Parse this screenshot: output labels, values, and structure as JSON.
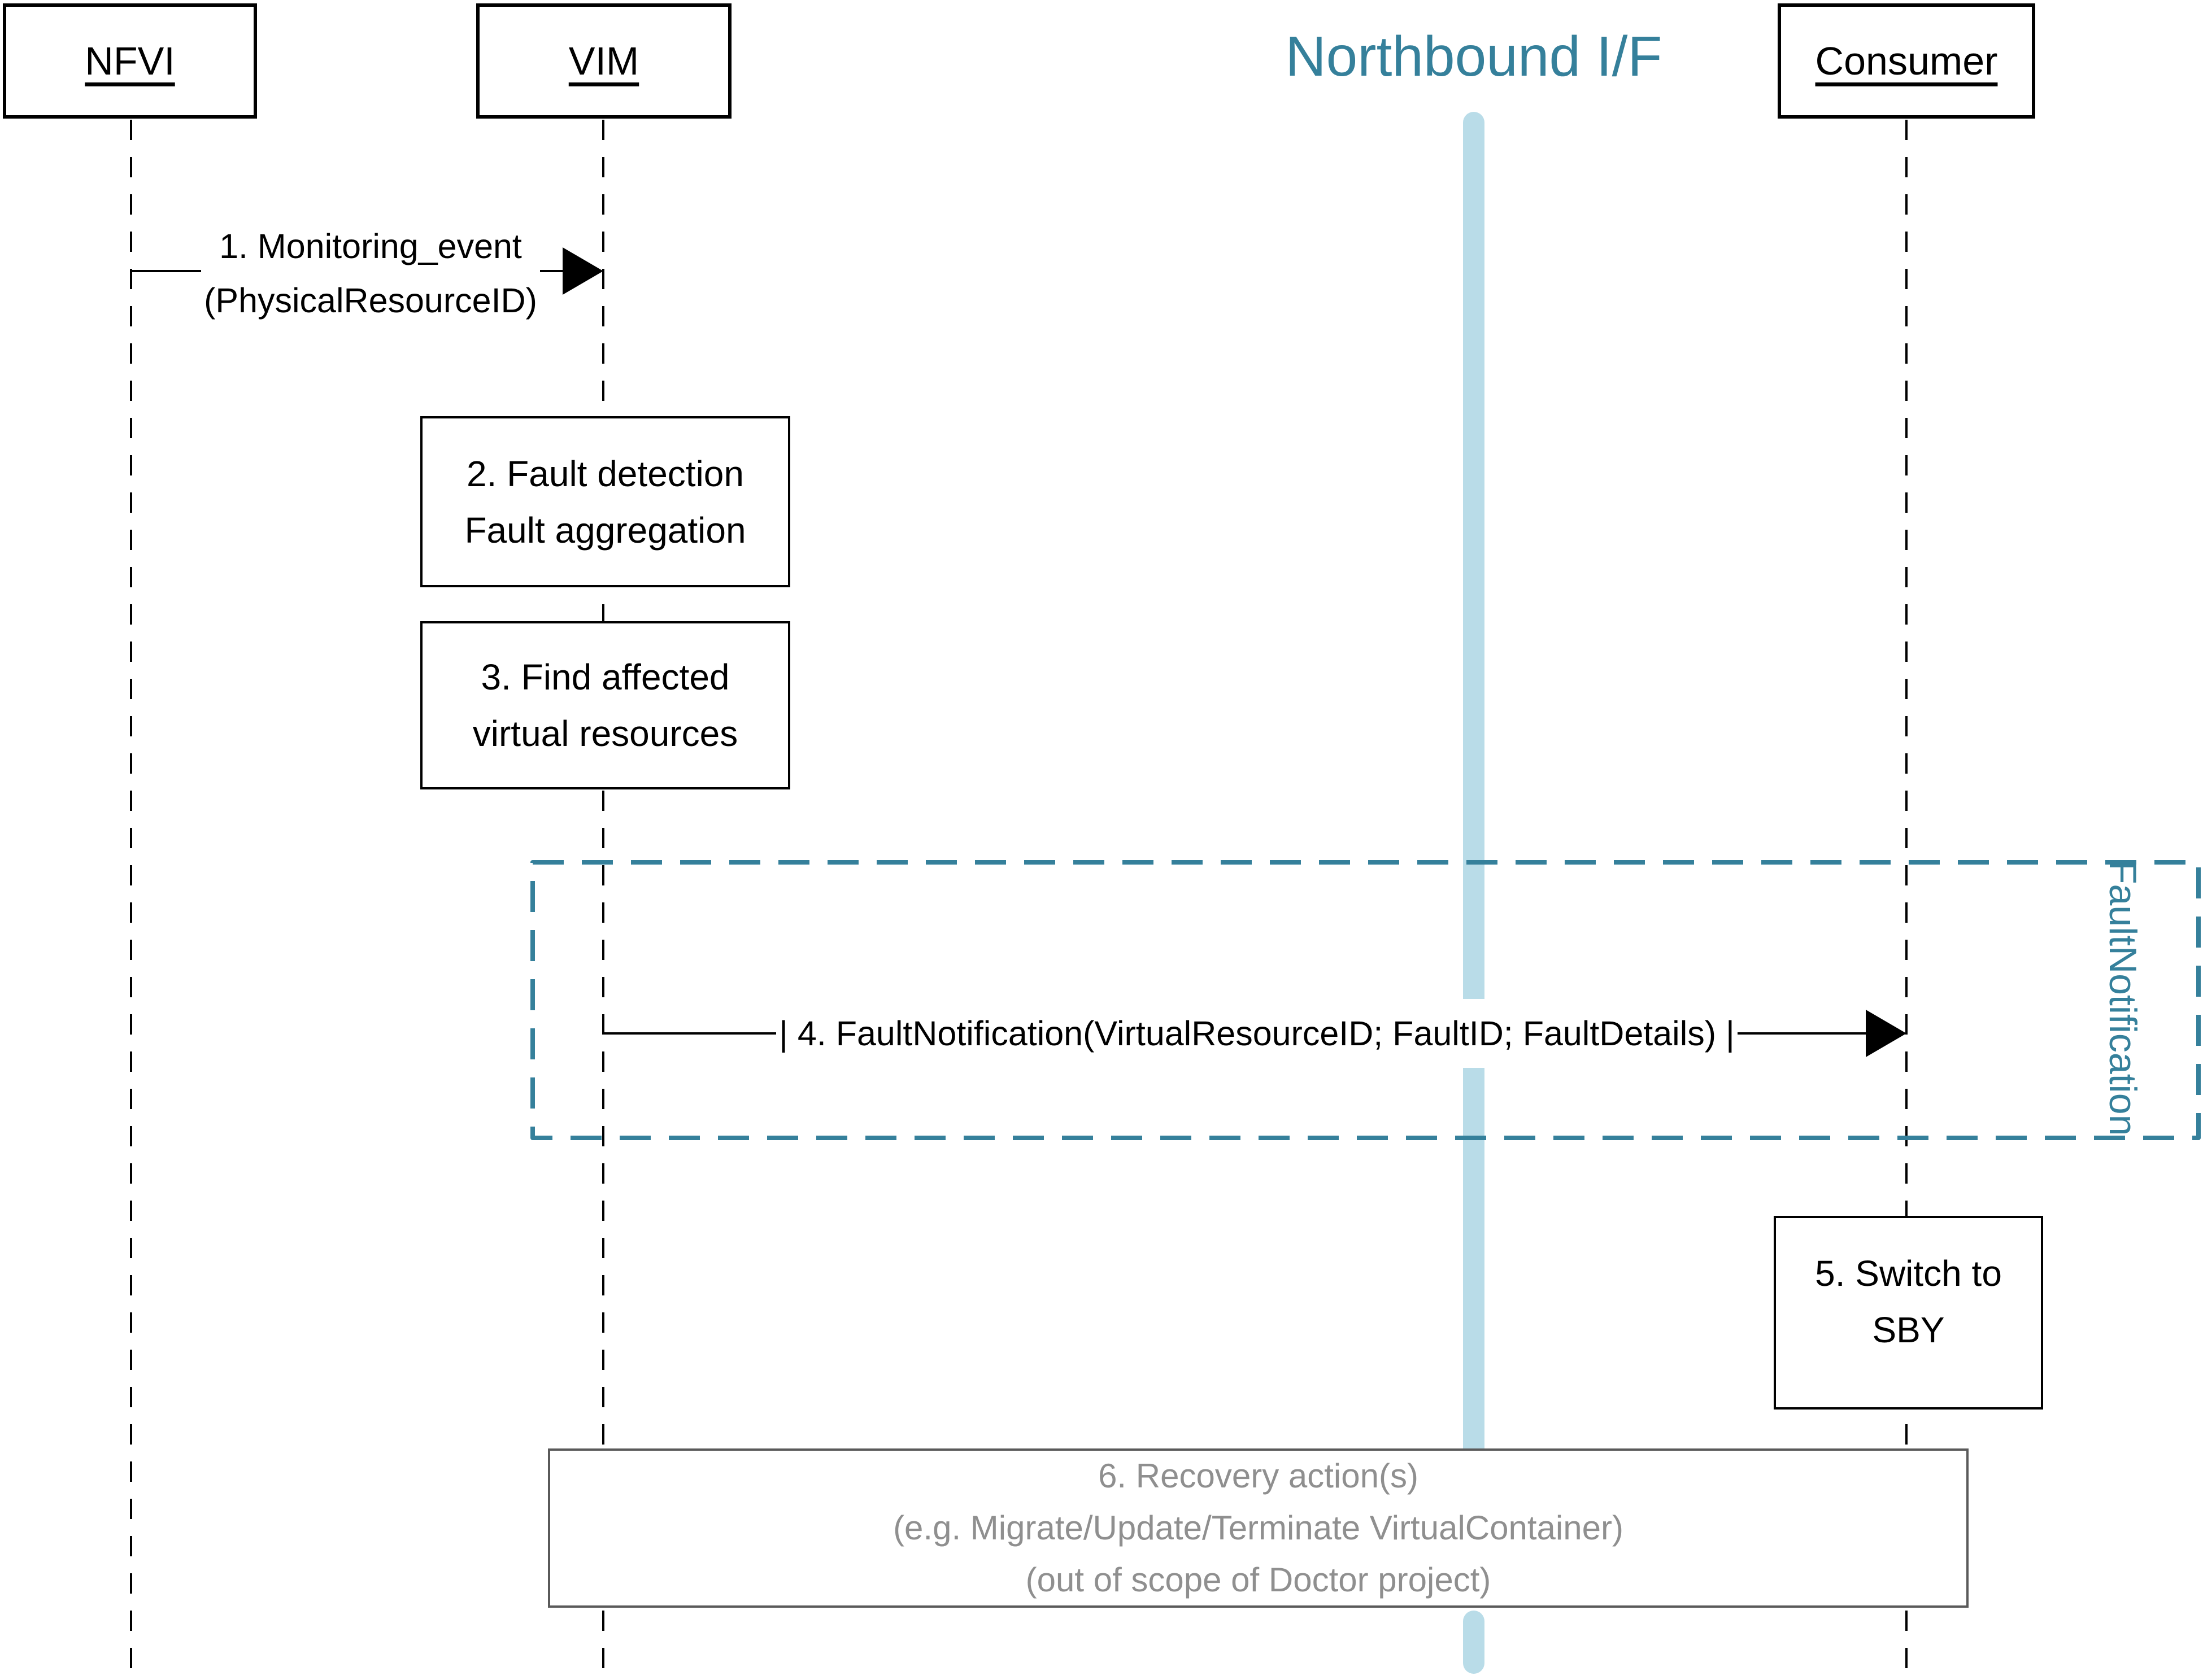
{
  "diagram": {
    "title": "Northbound I/F",
    "participants": [
      {
        "label": "NFVI"
      },
      {
        "label": "VIM"
      },
      {
        "label": "Consumer"
      }
    ],
    "messages": [
      {
        "line1": "1. Monitoring_event",
        "line2": "(PhysicalResourceID)"
      },
      {
        "label": "| 4. FaultNotification(VirtualResourceID; FaultID; FaultDetails) |"
      }
    ],
    "activities": [
      {
        "line1": "2. Fault detection",
        "line2": "Fault aggregation"
      },
      {
        "line1": "3. Find affected",
        "line2": "virtual resources"
      },
      {
        "line1": "5. Switch to",
        "line2": "SBY"
      }
    ],
    "note": {
      "line1": "6. Recovery action(s)",
      "line2": "(e.g. Migrate/Update/Terminate VirtualContainer)",
      "line3": "(out of scope of Doctor project)"
    },
    "frame": {
      "line1": "Fault",
      "line2": "Notification"
    },
    "colors": {
      "teal_accent": "#35809B",
      "northbound_bar": "#B9DCE8",
      "note_text_gray": "#8F8F8F",
      "note_border_gray": "#5A5A5A",
      "line_black": "#000000"
    }
  }
}
